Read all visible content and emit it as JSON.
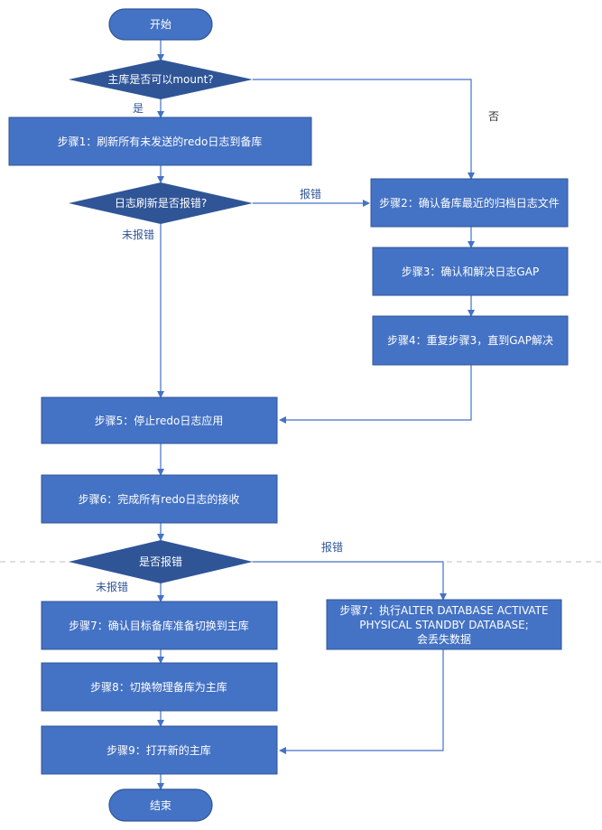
{
  "flowchart": {
    "start": "开始",
    "end": "结束",
    "decision_mount": "主库是否可以mount?",
    "decision_flush": "日志刷新是否报错?",
    "decision_error": "是否报错",
    "step1": "步骤1：刷新所有未发送的redo日志到备库",
    "step2": "步骤2：确认备库最近的归档日志文件",
    "step3": "步骤3：确认和解决日志GAP",
    "step4": "步骤4：重复步骤3，直到GAP解决",
    "step5": "步骤5：停止redo日志应用",
    "step6": "步骤6：完成所有redo日志的接收",
    "step7a": "步骤7：确认目标备库准备切换到主库",
    "step7b": [
      "步骤7：执行ALTER DATABASE ACTIVATE",
      "PHYSICAL STANDBY DATABASE;",
      "会丢失数据"
    ],
    "step8": "步骤8：切换物理备库为主库",
    "step9": "步骤9：打开新的主库",
    "label_yes": "是",
    "label_no": "否",
    "label_error": "报错",
    "label_no_error": "未报错",
    "colors": {
      "box_fill": "#4472c4",
      "box_stroke": "#2f5597",
      "terminal_fill": "#4472c4",
      "decision_fill": "#2f5597",
      "arrow": "#4472c4",
      "label_text": "#2f5597",
      "divider": "#bfbfbf"
    }
  }
}
